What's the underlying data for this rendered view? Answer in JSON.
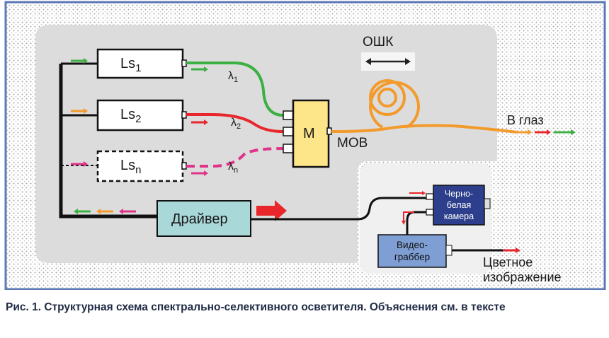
{
  "diagram": {
    "sources": [
      {
        "name": "Ls",
        "sub": "1",
        "wavelength": "λ",
        "wl_sub": "1",
        "color": "#3cb043"
      },
      {
        "name": "Ls",
        "sub": "2",
        "wavelength": "λ",
        "wl_sub": "2",
        "color": "#e8262b"
      },
      {
        "name": "Ls",
        "sub": "n",
        "wavelength": "λ",
        "wl_sub": "n",
        "color": "#e0338a"
      }
    ],
    "mixer_label": "M",
    "fiber_label": "МОВ",
    "coil_label": "ОШК",
    "output_label": "В глаз",
    "driver_label": "Драйвер",
    "camera_label": [
      "Черно-",
      "белая",
      "камера"
    ],
    "grabber_label": [
      "Видео-",
      "граббер"
    ],
    "color_image_label": [
      "Цветное",
      "изображение"
    ],
    "colors": {
      "frame": "#5a78b4",
      "panel": "#dcdcdc",
      "orange": "#f39a2c",
      "green": "#3cb043",
      "red": "#e8262b",
      "pink": "#e0338a",
      "driver": "#a9d8d8",
      "mixer": "#fde68a",
      "camera": "#2c3e8c",
      "grabber": "#7f9fd4"
    }
  },
  "caption": "Рис. 1. Структурная схема спектрально-селективного осветителя. Объяснения см. в тексте"
}
